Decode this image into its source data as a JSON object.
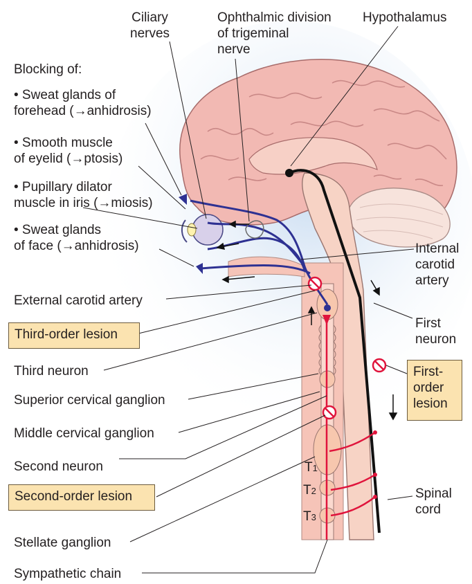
{
  "labels": {
    "ciliary": "Ciliary\nnerves",
    "ophthalmic": "Ophthalmic division\nof trigeminal\nnerve",
    "hypothalamus": "Hypothalamus",
    "blocking": "Blocking of:",
    "sweat_forehead": "• Sweat glands of\nforehead (→anhidrosis)",
    "smooth_eyelid": "• Smooth muscle\nof eyelid (→ptosis)",
    "pupillary": "• Pupillary dilator\nmuscle in iris (→miosis)",
    "sweat_face": "• Sweat glands\nof face (→anhidrosis)",
    "internal_carotid": "Internal\ncarotid\nartery",
    "external_carotid": "External carotid artery",
    "first_neuron": "First\nneuron",
    "third_neuron": "Third neuron",
    "superior_ganglion": "Superior cervical ganglion",
    "middle_ganglion": "Middle cervical ganglion",
    "second_neuron": "Second neuron",
    "stellate": "Stellate ganglion",
    "sympathetic_chain": "Sympathetic chain",
    "spinal_cord": "Spinal\ncord",
    "t1": "T",
    "t1_sub": "1",
    "t2": "T",
    "t2_sub": "2",
    "t3": "T",
    "t3_sub": "3"
  },
  "lesions": {
    "third_order": "Third-order lesion",
    "second_order": "Second-order lesion",
    "first_order": "First-\norder\nlesion"
  },
  "colors": {
    "brain": "#f2b9b3",
    "spinal": "#f7d3c5",
    "nerve_blue": "#2e3192",
    "neuron_red": "#e0143c",
    "lesion_box": "#fbe3b0",
    "background_glow": "#d6e6f6"
  }
}
